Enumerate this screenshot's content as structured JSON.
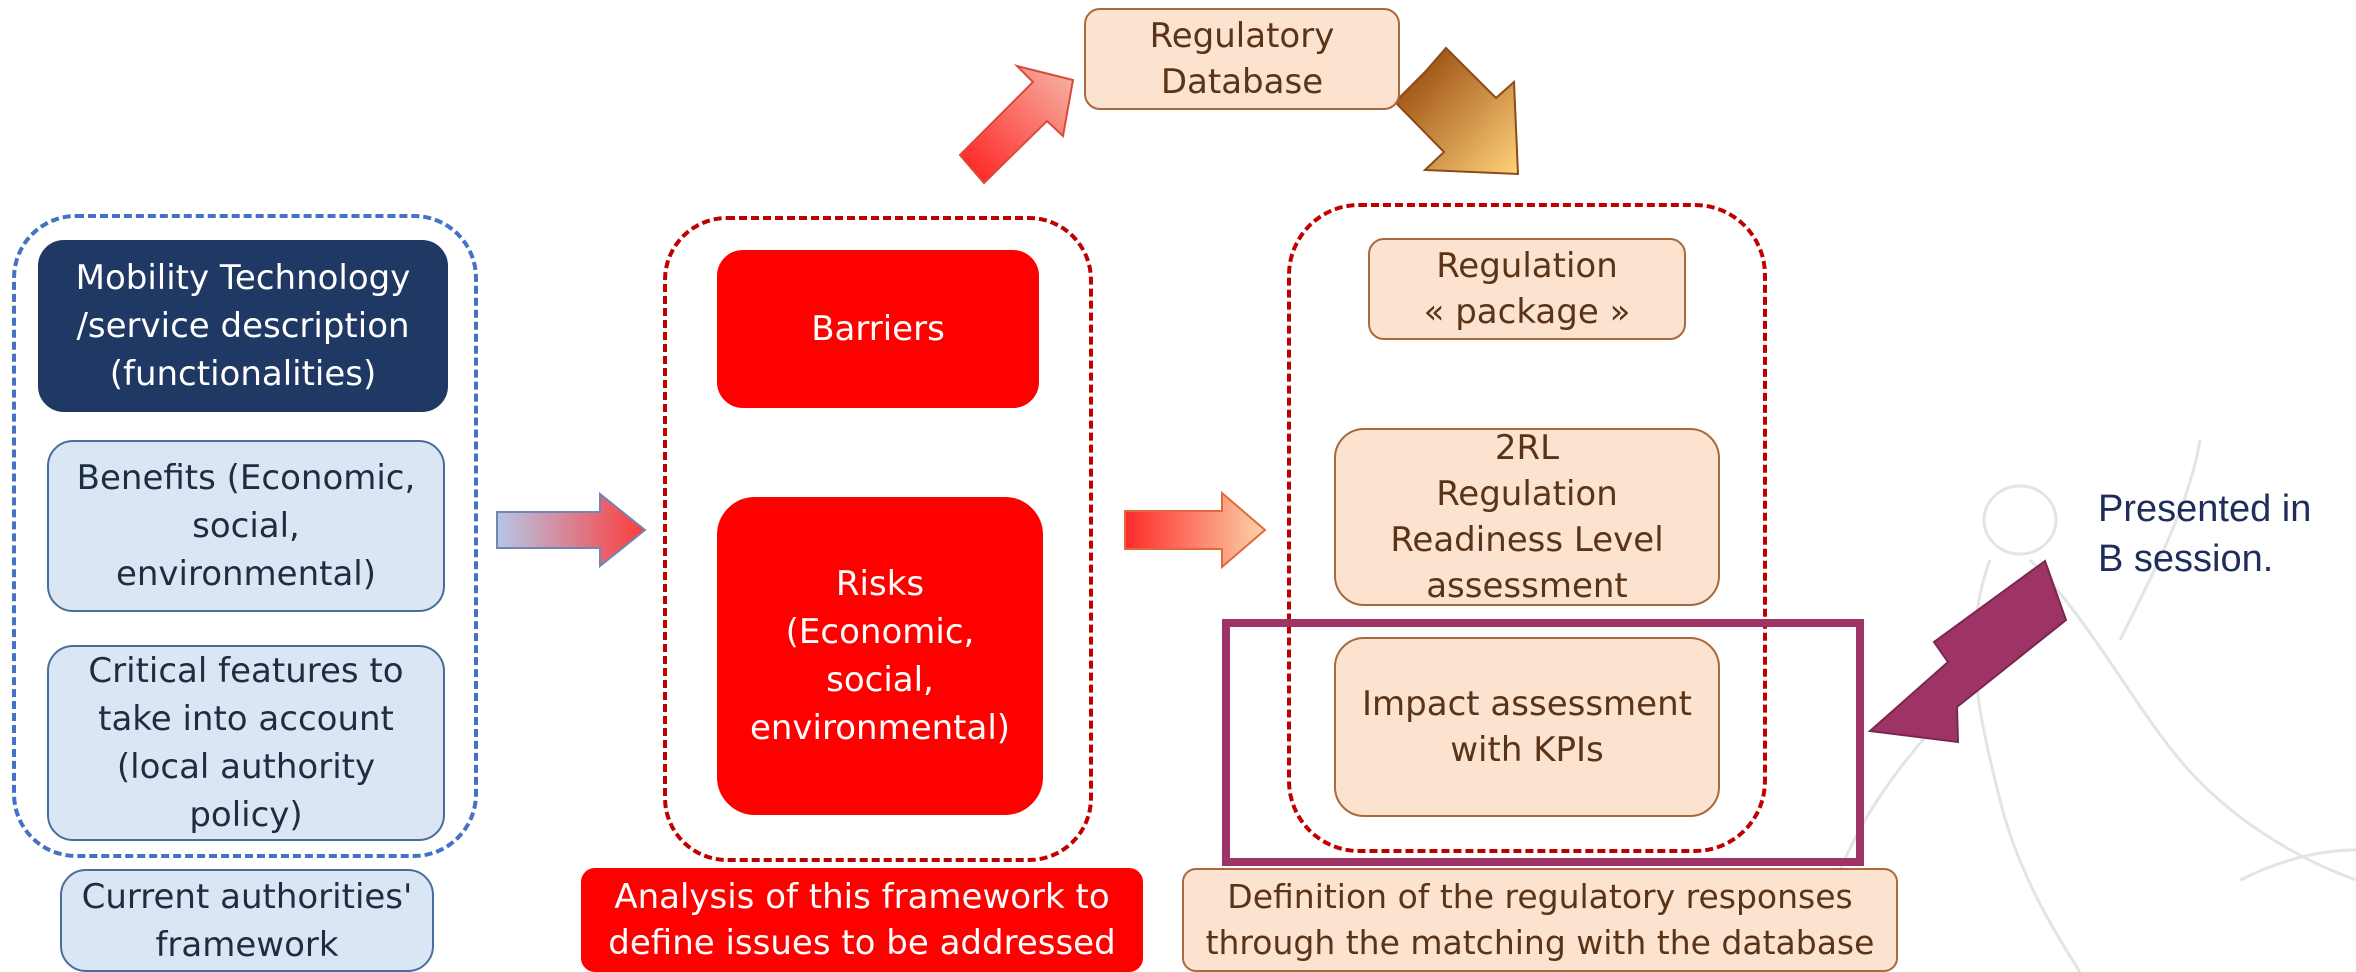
{
  "left_column": {
    "technology_box": "Mobility Technology\n/service description\n(functionalities)",
    "benefits_box": "Benefits (Economic,\nsocial,\nenvironmental)",
    "critical_box": "Critical features to\ntake into account\n(local authority\npolicy)",
    "framework_box": "Current authorities'\nframework"
  },
  "middle_column": {
    "barriers_box": "Barriers",
    "risks_box": "Risks\n(Economic,\nsocial,\nenvironmental)",
    "analysis_box": "Analysis of this framework to\ndefine issues to be addressed"
  },
  "top": {
    "database_box": "Regulatory\nDatabase"
  },
  "right_column": {
    "package_box": "Regulation\n« package »",
    "rrl_box": "2RL\nRegulation\nReadiness Level\nassessment",
    "impact_box": "Impact assessment\nwith KPIs",
    "definition_box": "Definition of the regulatory responses\nthrough the matching with the database"
  },
  "annotation": {
    "note": "Presented in\nB session."
  },
  "colors": {
    "navy": "#1f3864",
    "light_blue": "#dbe6f4",
    "red": "#ff0000",
    "peach": "#fbe3cf",
    "highlight": "#9e3466",
    "dash_blue": "#4472c4",
    "dash_red": "#c00000"
  }
}
